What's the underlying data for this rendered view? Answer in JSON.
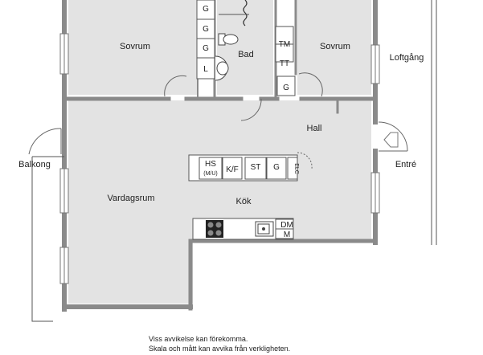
{
  "rooms": {
    "sovrum_left": "Sovrum",
    "sovrum_right": "Sovrum",
    "bad": "Bad",
    "hall": "Hall",
    "vardagsrum": "Vardagsrum",
    "kok": "Kök",
    "balkong": "Balkong",
    "loftgang": "Loftgång",
    "entre": "Entré"
  },
  "fixtures": {
    "closet_g1": "G",
    "closet_g2": "G",
    "closet_g3": "G",
    "closet_l": "L",
    "bath_tm": "TM",
    "bath_tt": "TT",
    "bath_g": "G",
    "hs_line1": "HS",
    "hs_line2": "(M/U)",
    "kf": "K/F",
    "st": "ST",
    "kitchen_g": "G",
    "elc": "ELC",
    "dm": "DM",
    "m": "M"
  },
  "disclaimer": [
    "Viss avvikelse kan förekomma.",
    "Skala och mått kan avvika från verkligheten."
  ],
  "colors": {
    "floor": "#e3e3e3",
    "wall": "#8a8a8a",
    "line": "#555555"
  }
}
